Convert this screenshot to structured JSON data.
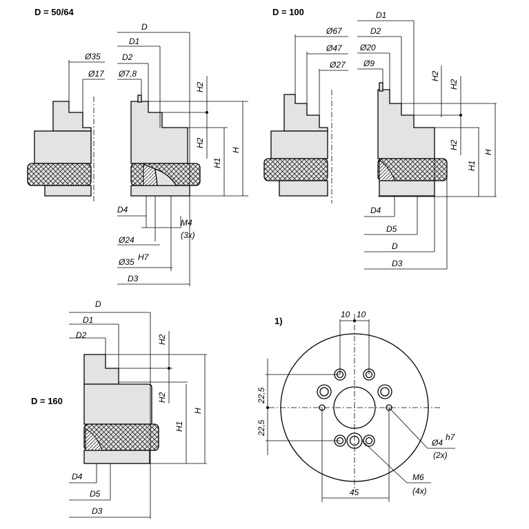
{
  "views": {
    "d50": {
      "title": "D = 50/64",
      "labels": {
        "phi35": "Ø35",
        "phi17": "Ø17",
        "D": "D",
        "D1": "D1",
        "D2": "D2",
        "phi78": "Ø7,8",
        "H2a": "H2",
        "H2b": "H2",
        "H1": "H1",
        "H": "H",
        "D4": "D4",
        "M4": "M4",
        "M4n": "(3x)",
        "phi24": "Ø24",
        "phi35h7": "Ø35",
        "h7": "H7",
        "D3": "D3"
      }
    },
    "d100": {
      "title": "D = 100",
      "labels": {
        "D1": "D1",
        "phi67": "Ø67",
        "D2": "D2",
        "phi47": "Ø47",
        "phi20": "Ø20",
        "phi27": "Ø27",
        "phi9": "Ø9",
        "H2a": "H2",
        "H2b": "H2",
        "H2c": "H2",
        "H1": "H1",
        "H": "H",
        "D4": "D4",
        "D5": "D5",
        "D": "D",
        "D3": "D3"
      }
    },
    "d160": {
      "title": "D = 160",
      "labels": {
        "D": "D",
        "D1": "D1",
        "D2": "D2",
        "H2a": "H2",
        "H2b": "H2",
        "H1": "H1",
        "H": "H",
        "D4": "D4",
        "D5": "D5",
        "D3": "D3"
      }
    },
    "pattern": {
      "title": "1)",
      "labels": {
        "d10a": "10",
        "d10b": "10",
        "d225a": "22,5",
        "d225b": "22,5",
        "phi4": "Ø4",
        "h7": "h7",
        "phi4n": "(2x)",
        "M6": "M6",
        "M6n": "(4x)",
        "d45": "45"
      }
    }
  }
}
